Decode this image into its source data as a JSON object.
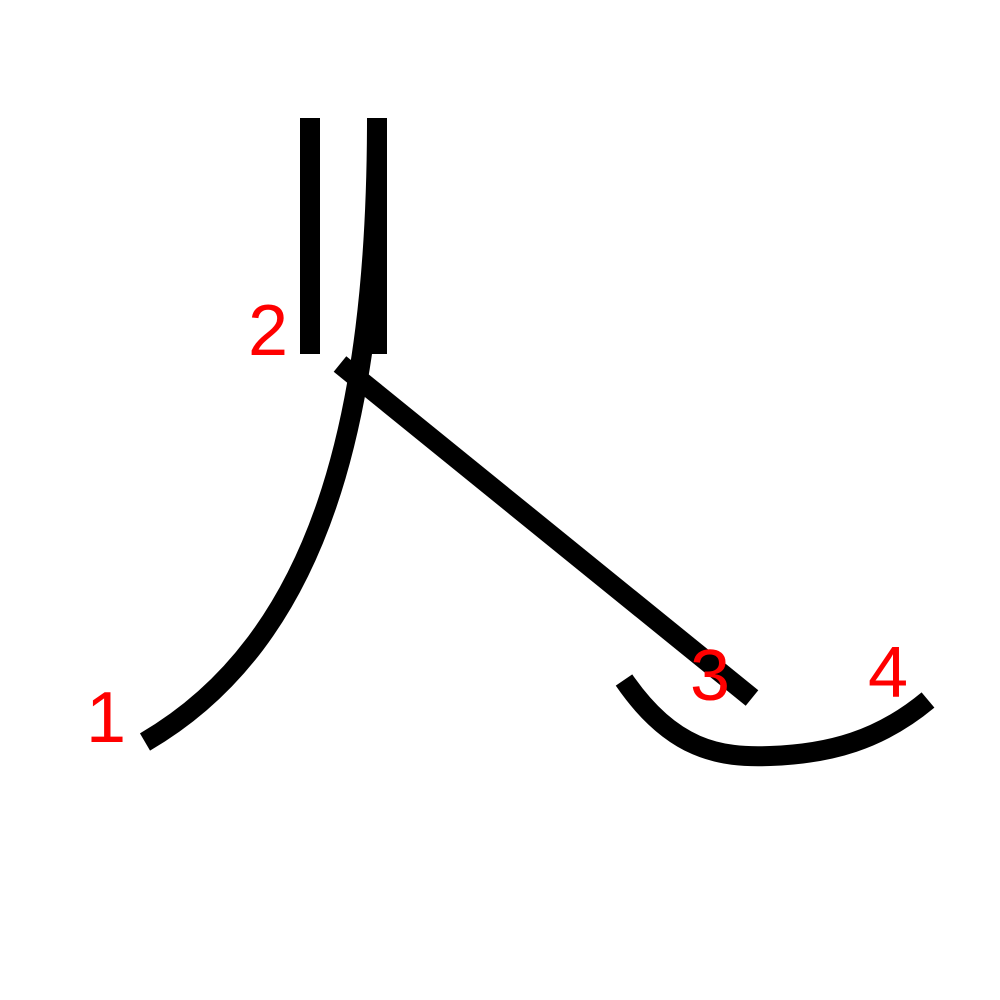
{
  "strokes": [
    {
      "order_label": "1"
    },
    {
      "order_label": "2"
    },
    {
      "order_label": "3"
    },
    {
      "order_label": "4"
    }
  ],
  "colors": {
    "stroke": "#000000",
    "label": "#ff0000",
    "background": "#ffffff"
  }
}
